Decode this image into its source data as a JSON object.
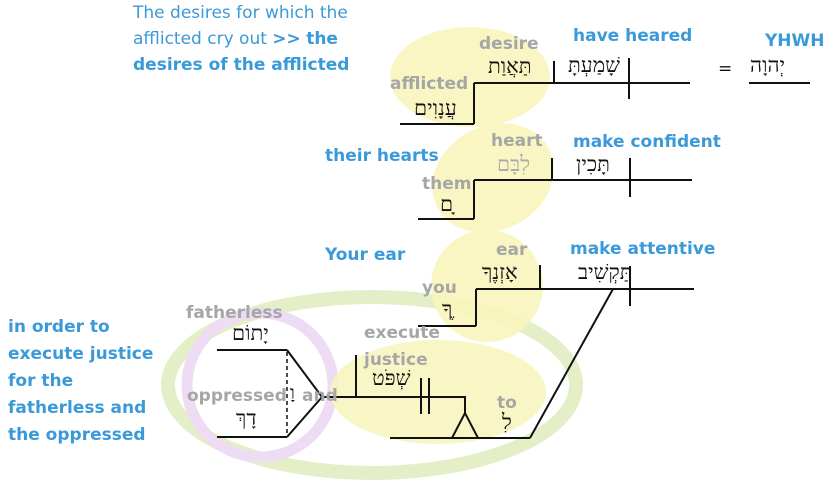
{
  "colors": {
    "accent": "#3a9ad9",
    "gray_label": "#a6a6a6",
    "highlight_yellow": "#f7f3b0",
    "highlight_green": "#e4efc7",
    "highlight_purple": "#eddcf3"
  },
  "note": {
    "text": "The desires for which the afflicted cry out",
    "arrow": ">>",
    "bold": "the desires of the afflicted"
  },
  "row1": {
    "subject_en": "YHWH",
    "subject_he": "יְהוָה",
    "equals": "=",
    "verb_en": "have heared",
    "verb_he": "שָׁמַעְתָּ",
    "object_en": "desire",
    "object_he": "תַּאֲוַת",
    "genitive_en": "afflicted",
    "genitive_he": "עֲנָוִים"
  },
  "row2": {
    "gloss": "their hearts",
    "verb_en": "make confident",
    "verb_he": "תָּכִין",
    "object_en": "heart",
    "object_he": "לִבָּם",
    "suffix_en": "them",
    "suffix_he": "ָם"
  },
  "row3": {
    "gloss": "Your ear",
    "verb_en": "make attentive",
    "verb_he": "תַּקְשִׁיב",
    "object_en": "ear",
    "object_he": "אָזְנֶךָ",
    "suffix_en": "you",
    "suffix_he": "ֶךָ"
  },
  "purpose": {
    "gloss": "in order to execute justice for the fatherless and the oppressed",
    "infinitive_en": "execute justice",
    "infinitive_he": "שְׁפֹּט",
    "prep_en": "to",
    "prep_he": "לִ",
    "conj_en": "and",
    "conj_he": "וָ",
    "object1_en": "fatherless",
    "object1_he": "יָתוֹם",
    "object2_en": "oppressed",
    "object2_he": "דָךְ"
  }
}
